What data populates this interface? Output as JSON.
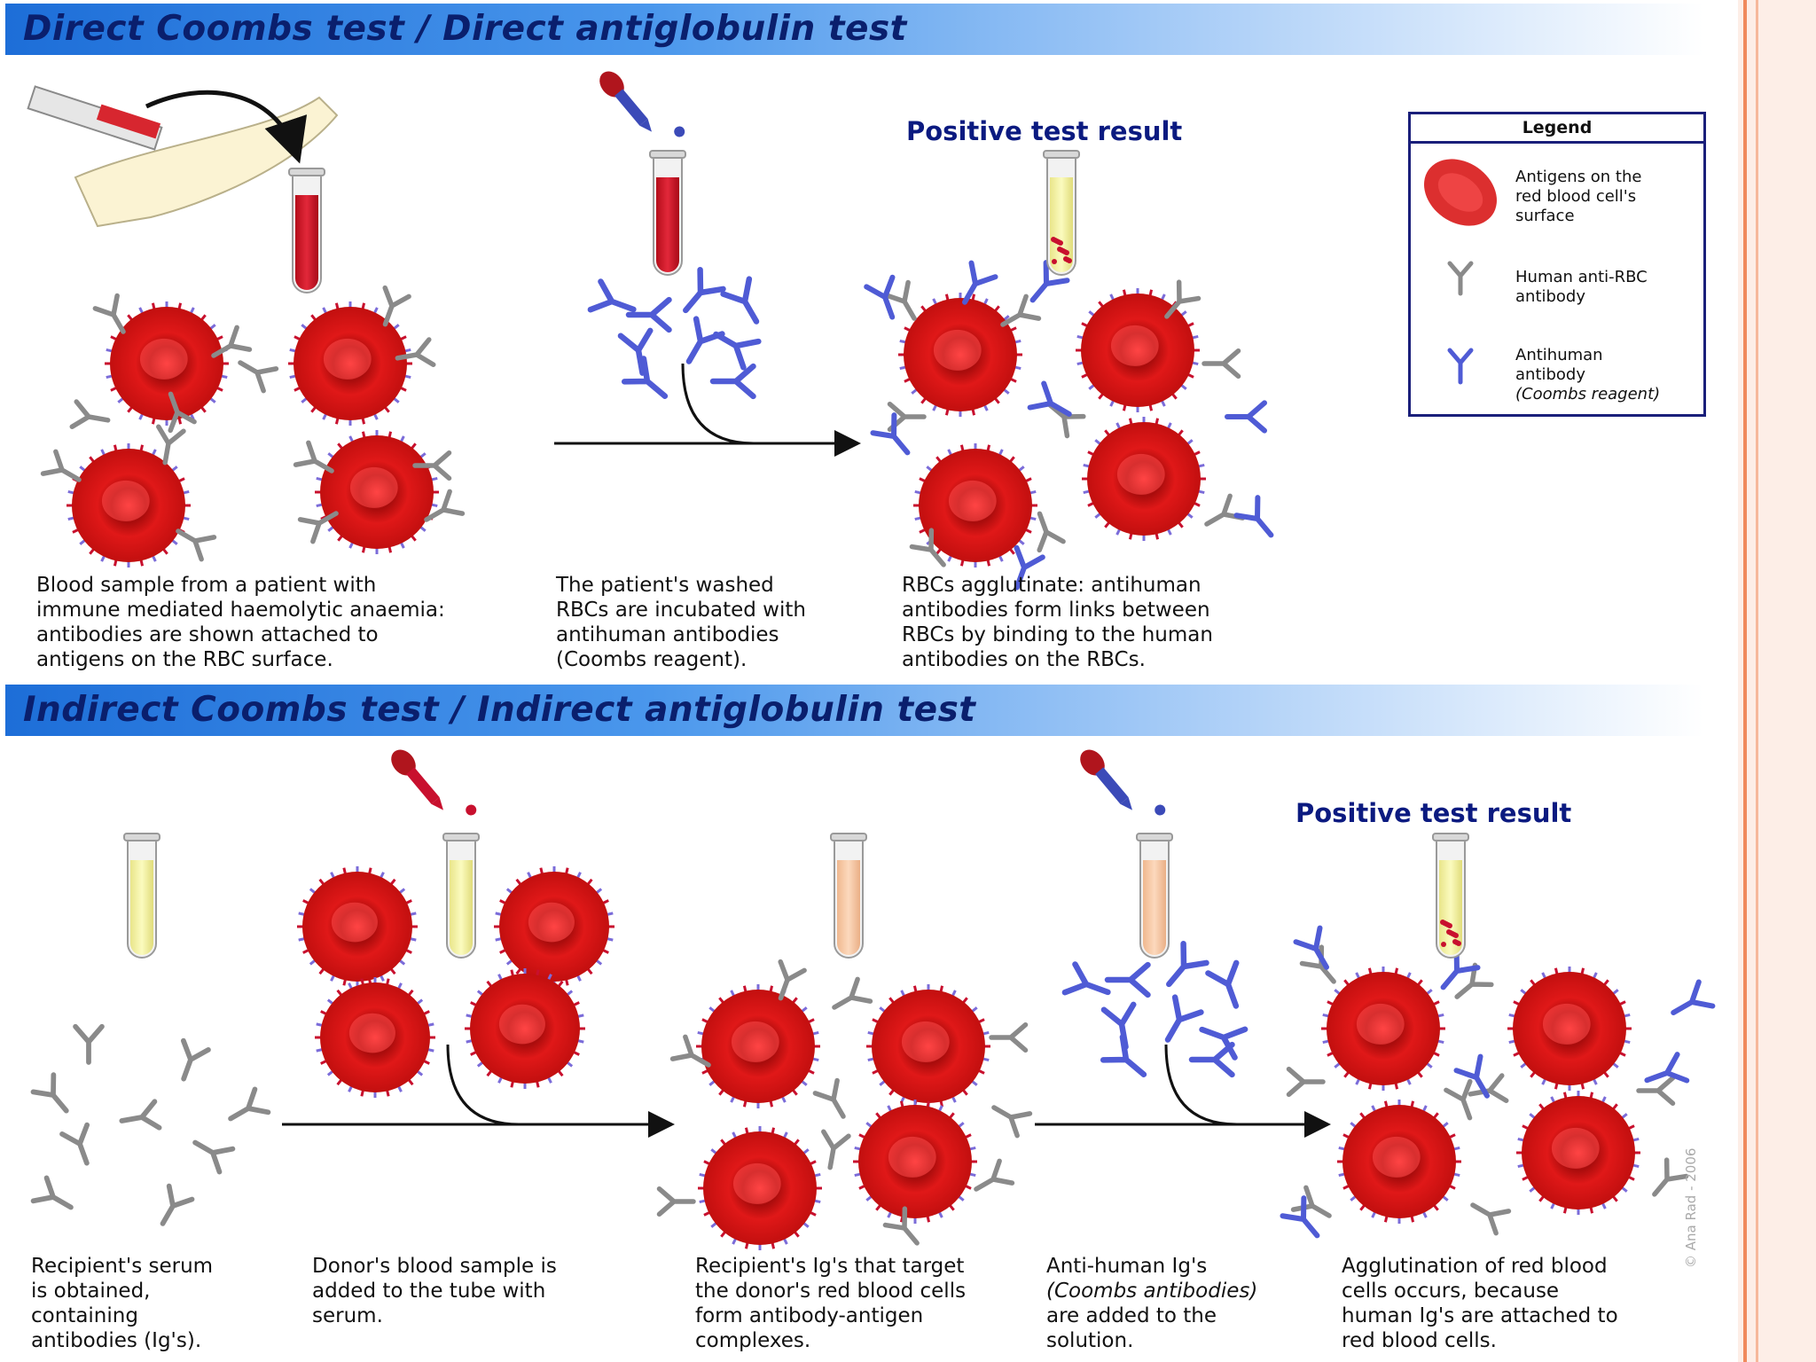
{
  "direct": {
    "title": "Direct Coombs test / Direct antiglobulin test",
    "result_title": "Positive test result",
    "captions": [
      [
        "Blood sample from a patient with",
        "immune mediated haemolytic anaemia:",
        "antibodies are shown attached to",
        "antigens on the RBC surface."
      ],
      [
        "The patient's washed",
        "RBCs are incubated with",
        "antihuman antibodies",
        "(Coombs reagent)."
      ],
      [
        "RBCs agglutinate: antihuman",
        "antibodies form links between",
        "RBCs by binding to the human",
        "antibodies on the RBCs."
      ]
    ]
  },
  "legend": {
    "title": "Legend",
    "items": [
      {
        "lines": [
          "Antigens on the",
          "red blood cell's",
          "surface"
        ],
        "icon": "rbc-antigen-icon"
      },
      {
        "lines": [
          "Human anti-RBC",
          "antibody"
        ],
        "icon": "human-antibody-icon",
        "color": "#8a8a8a"
      },
      {
        "lines": [
          "Antihuman",
          "antibody",
          "(Coombs reagent)"
        ],
        "icon": "antihuman-antibody-icon",
        "color": "#4f5bd5"
      }
    ]
  },
  "indirect": {
    "title": "Indirect Coombs test / Indirect antiglobulin test",
    "result_title": "Positive test result",
    "captions": [
      [
        "Recipient's serum",
        "is obtained,",
        "containing",
        "antibodies (Ig's)."
      ],
      [
        "Donor's blood sample is",
        "added to the tube with",
        "serum."
      ],
      [
        "Recipient's Ig's that target",
        "the donor's red blood cells",
        "form antibody-antigen",
        "complexes."
      ],
      [
        "Anti-human Ig's",
        "(Coombs antibodies)",
        "are added to the",
        "solution."
      ],
      [
        "Agglutination of red blood",
        "cells occurs, because",
        "human Ig's are attached to",
        "red blood cells."
      ]
    ]
  },
  "credit": "© Ana Rad - 2006",
  "colors": {
    "rbc": "#d81818",
    "rbc_dark": "#9c0a0a",
    "human_ab": "#8a8a8a",
    "antihuman_ab": "#4f5bd5",
    "banner": "#1d6ed8",
    "title_text": "#0a1f6d"
  }
}
